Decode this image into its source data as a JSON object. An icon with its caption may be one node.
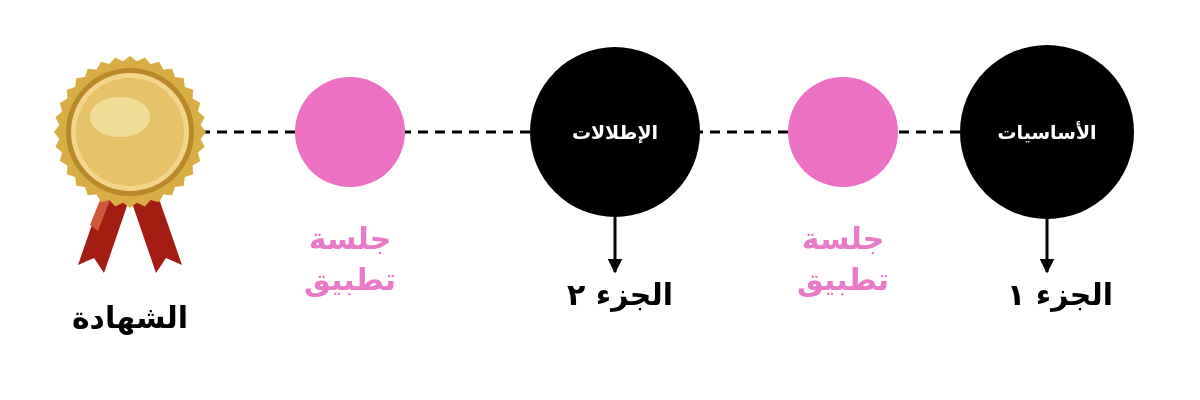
{
  "diagram": {
    "nodes": [
      {
        "text": [
          "الأساسيات"
        ]
      },
      {
        "text": [
          "الجزء ١"
        ]
      },
      {
        "text": [],
        "shape": "circle",
        "beside": [
          "جلسة تطبيق"
        ]
      },
      {
        "text": [
          "الإطلالات"
        ]
      },
      {
        "text": [
          "الجزء ٢"
        ]
      },
      {
        "text": [],
        "shape": "circle",
        "beside": [
          "جلسة تطبيق"
        ]
      },
      {
        "text": [],
        "shape": "picture",
        "beside": [
          "الشهادة"
        ]
      }
    ],
    "edges": [
      {
        "from": 0,
        "to": 1,
        "arrow": "to"
      },
      {
        "from": 0,
        "to": 2,
        "arrow": "none",
        "style": "dashed"
      },
      {
        "from": 2,
        "to": 3,
        "arrow": "none",
        "style": "dashed"
      },
      {
        "from": 3,
        "to": 4,
        "arrow": "to"
      },
      {
        "from": 3,
        "to": 5,
        "arrow": "none",
        "style": "dashed"
      },
      {
        "from": 5,
        "to": 6,
        "arrow": "none",
        "style": "dashed"
      }
    ]
  }
}
